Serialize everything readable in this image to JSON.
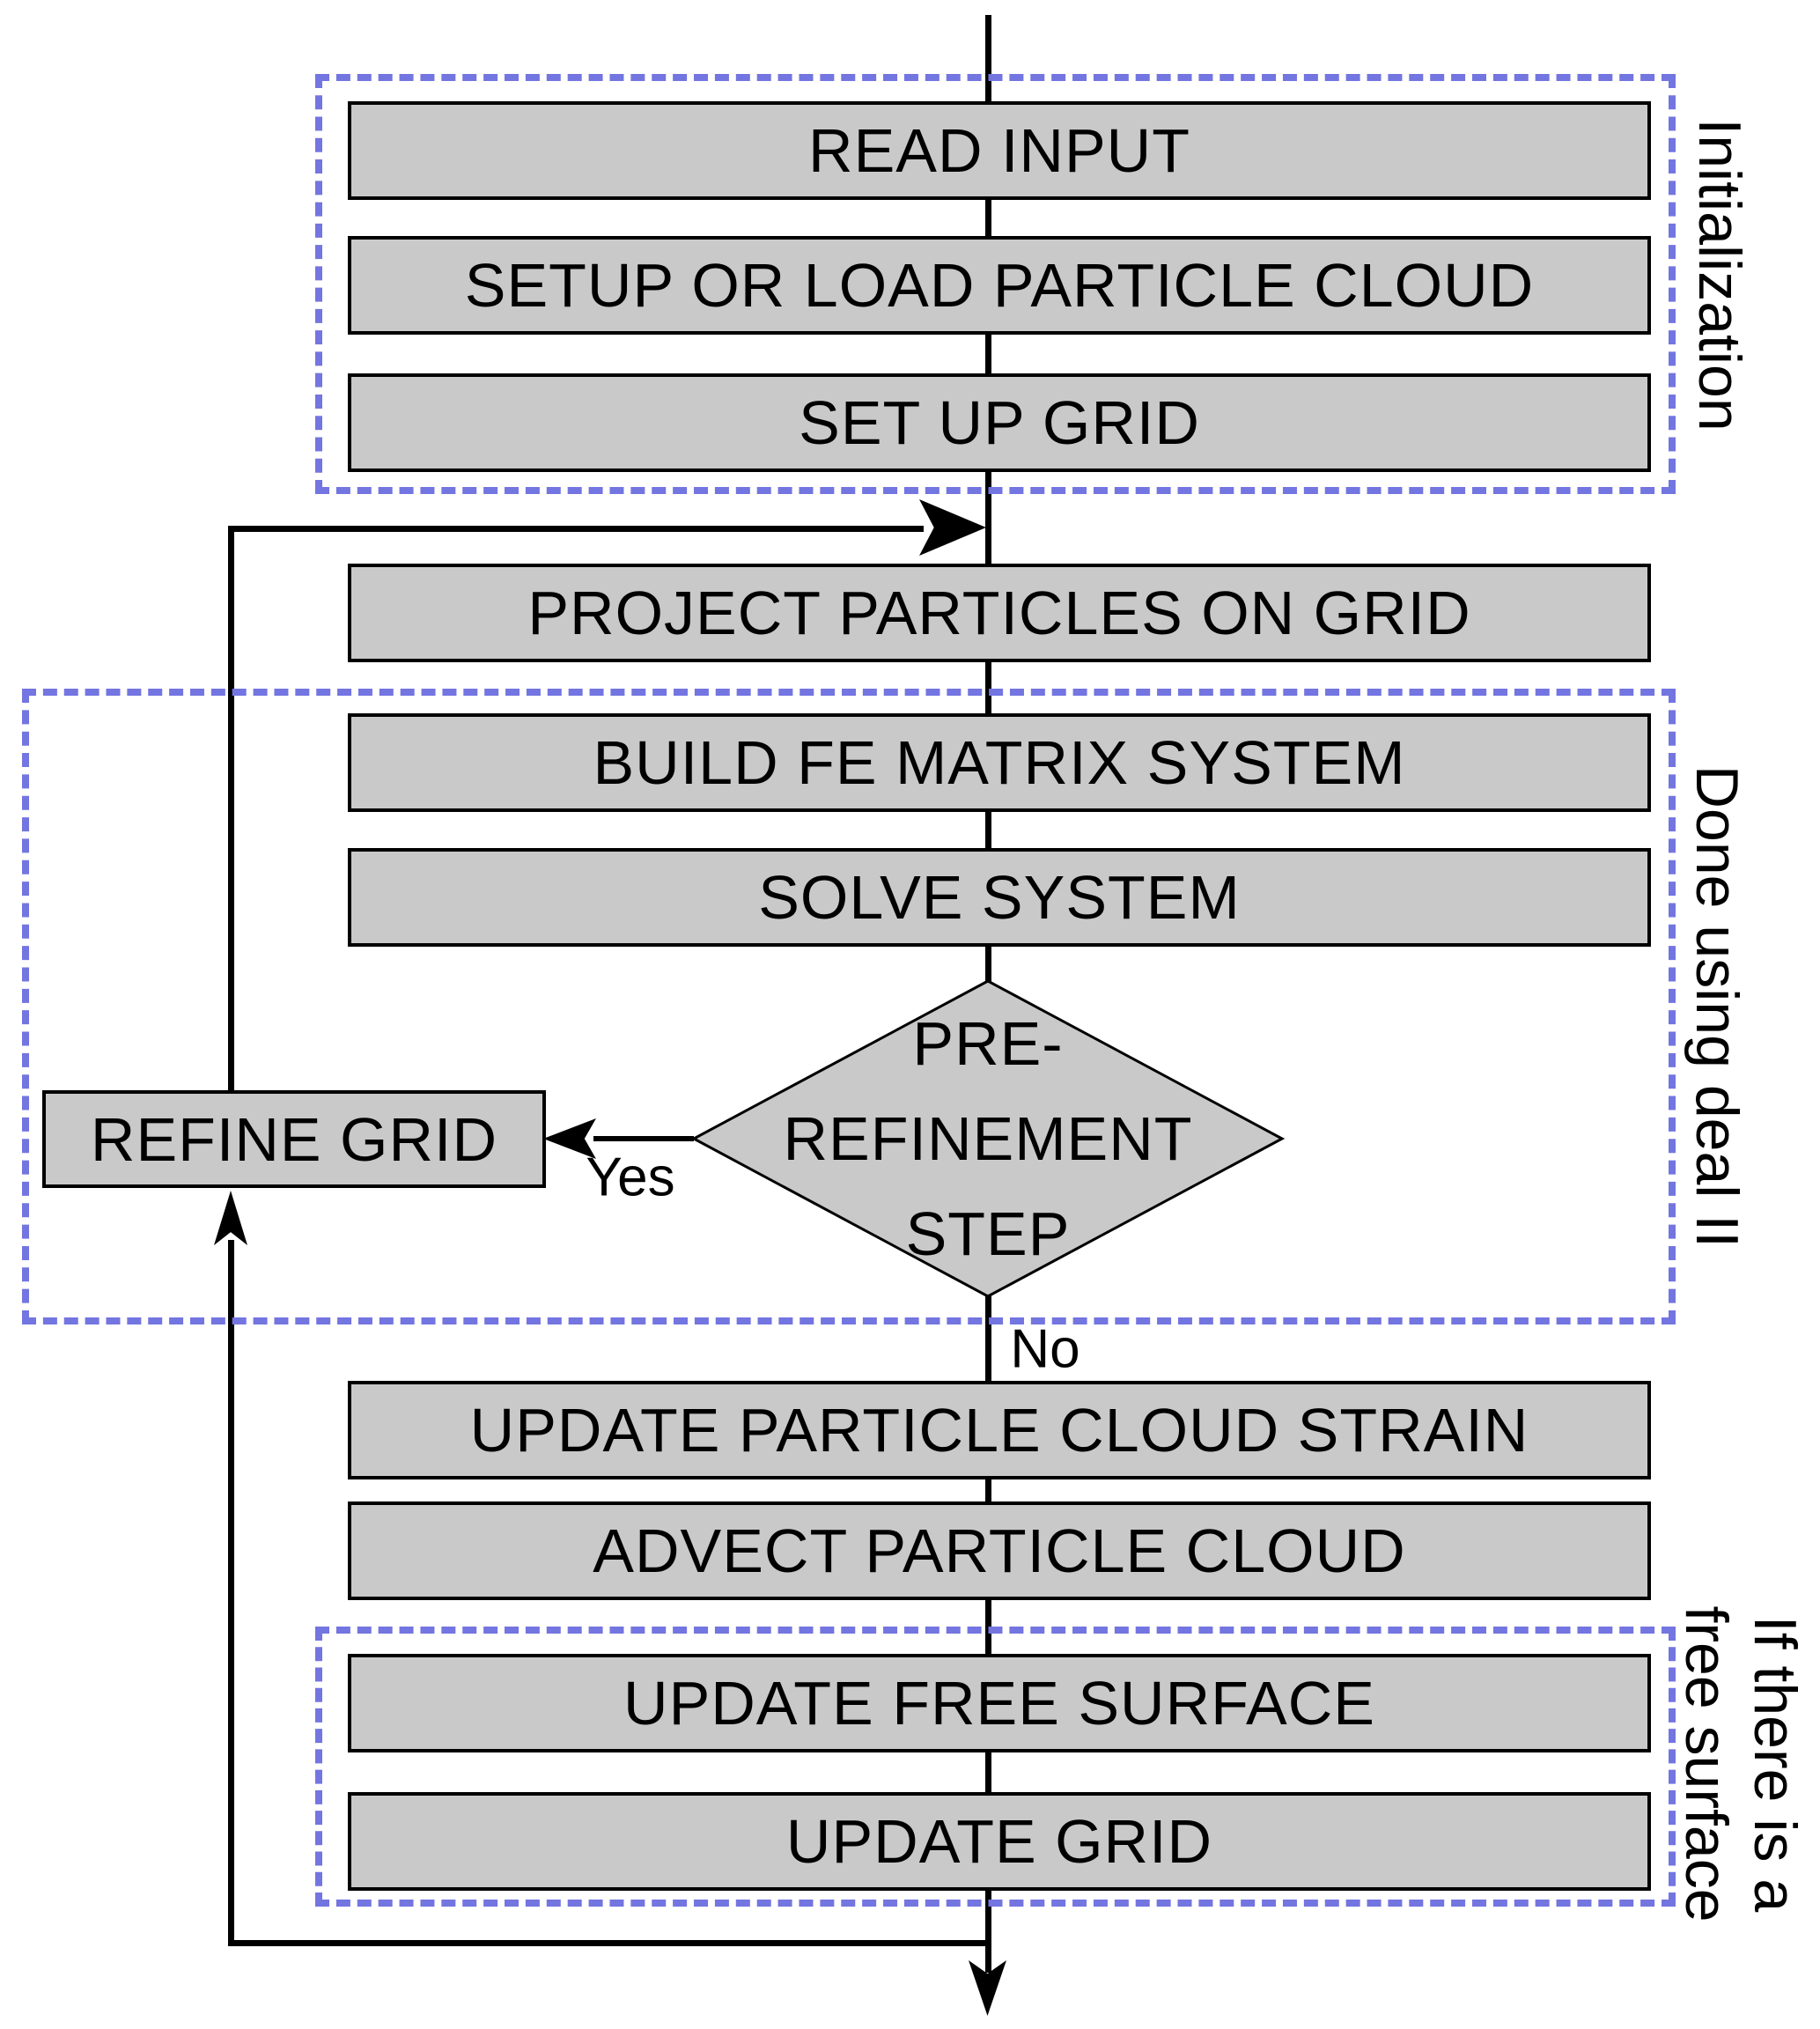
{
  "diagram": {
    "process_steps": {
      "read_input": "READ INPUT",
      "setup_cloud": "SETUP OR LOAD PARTICLE CLOUD",
      "setup_grid": "SET UP GRID",
      "project": "PROJECT PARTICLES ON GRID",
      "build_fe": "BUILD FE MATRIX SYSTEM",
      "solve": "SOLVE SYSTEM",
      "refine_grid": "REFINE GRID",
      "update_strain": "UPDATE PARTICLE CLOUD STRAIN",
      "advect": "ADVECT PARTICLE CLOUD",
      "update_free_surface": "UPDATE FREE SURFACE",
      "update_grid": "UPDATE GRID"
    },
    "decision": {
      "line1": "PRE-",
      "line2": "REFINEMENT",
      "line3": "STEP"
    },
    "edge_labels": {
      "yes": "Yes",
      "no": "No"
    },
    "region_labels": {
      "initialization": "Initialization",
      "deal": "Done using deal II",
      "free_surface_line1": "If there is a",
      "free_surface_line2": "free surface"
    },
    "colors": {
      "node_fill": "#c9c9c9",
      "node_border": "#000000",
      "dashed_border": "#7375e0",
      "flow_line": "#000000",
      "background": "#ffffff"
    }
  }
}
